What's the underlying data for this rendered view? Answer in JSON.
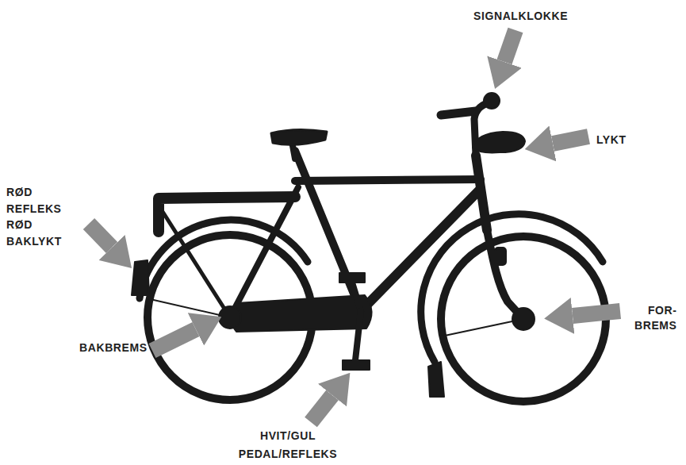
{
  "diagram": {
    "labels": [
      "SIGNALKLOKKE",
      "LYKT",
      "RØD REFLEKS RØD BAKLYKT",
      "FOR- BREMS",
      "BAKBREMS",
      "HVIT/GUL PEDAL/REFLEKS"
    ]
  }
}
